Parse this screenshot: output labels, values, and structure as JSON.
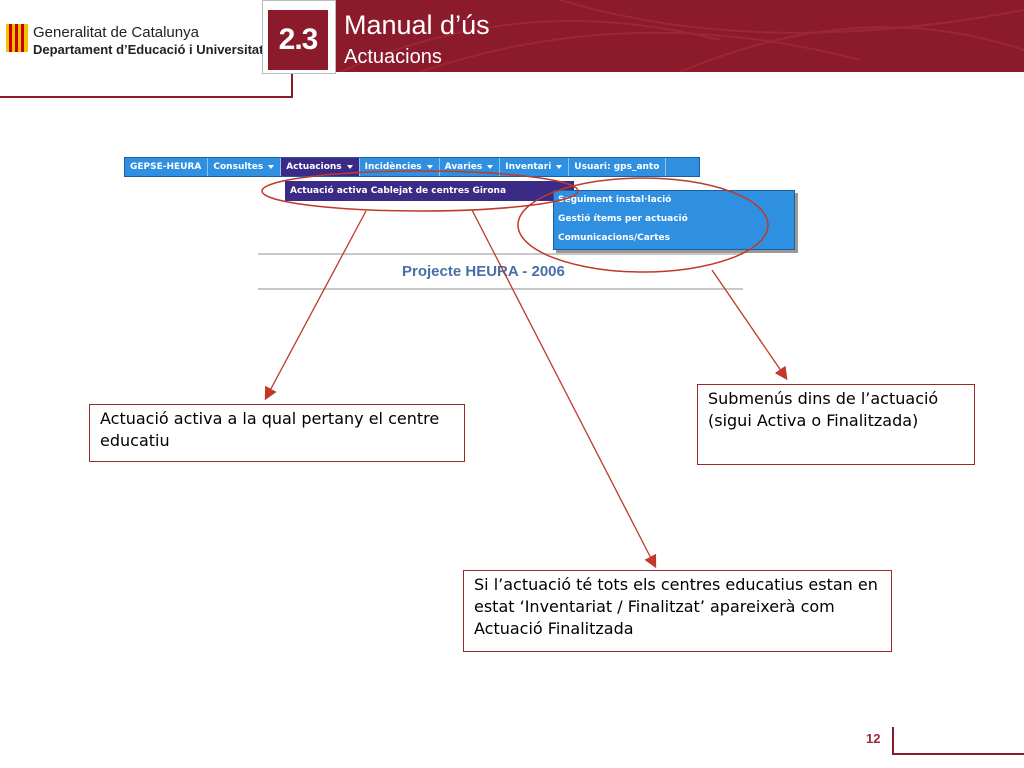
{
  "header": {
    "org_line1": "Generalitat de Catalunya",
    "org_line2": "Departament d’Educació i Universitats",
    "section_number": "2.3",
    "title": "Manual d’ús",
    "subtitle": "Actuacions"
  },
  "app": {
    "menu": [
      {
        "label": "GEPSE-HEURA",
        "has_caret": false
      },
      {
        "label": "Consultes",
        "has_caret": true
      },
      {
        "label": "Actuacions",
        "has_caret": true
      },
      {
        "label": "Incidències",
        "has_caret": true
      },
      {
        "label": "Avaries",
        "has_caret": true
      },
      {
        "label": "Inventari",
        "has_caret": true
      },
      {
        "label": "Usuari: gps_anto",
        "has_caret": false
      }
    ],
    "active_menu": "Actuacions",
    "active_action": "Actuació activa Cablejat de centres Girona",
    "submenu": [
      "Seguiment instal·lació",
      "Gestió ítems per actuació",
      "Comunicacions/Cartes"
    ],
    "project_title": "Projecte HEURA - 2006"
  },
  "callouts": {
    "active_action_note": "Actuació activa a la qual pertany el centre educatiu",
    "submenus_note": "Submenús dins de l’actuació (sigui Activa o Finalitzada)",
    "finished_note": "Si l’actuació té tots els centres educatius estan en estat ‘Inventariat / Finalitzat’ apareixerà com Actuació Finalitzada"
  },
  "page_number": "12",
  "colors": {
    "brand": "#8b1a2a",
    "menu_blue": "#2f8fe0",
    "menu_active": "#3b2a86",
    "annotation": "#c0392b"
  }
}
